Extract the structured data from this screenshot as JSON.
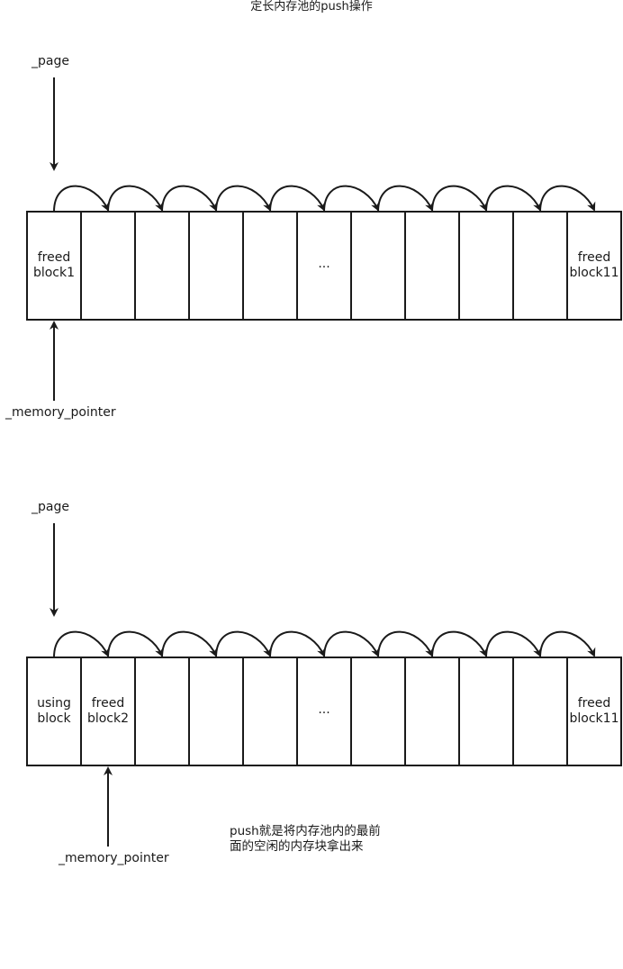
{
  "title": "定长内存池的push操作",
  "diagram_before": {
    "page_label": "_page",
    "pointer_label": "_memory_pointer",
    "cells": [
      [
        "freed",
        "block1"
      ],
      [],
      [],
      [],
      [],
      [
        "..."
      ],
      [],
      [],
      [],
      [],
      [
        "freed",
        "block11"
      ]
    ]
  },
  "diagram_after": {
    "page_label": "_page",
    "pointer_label": "_memory_pointer",
    "cells": [
      [
        "using",
        "block"
      ],
      [
        "freed",
        "block2"
      ],
      [],
      [],
      [],
      [
        "..."
      ],
      [],
      [],
      [],
      [],
      [
        "freed",
        "block11"
      ]
    ]
  },
  "note": [
    "push就是将内存池内的最前",
    "面的空闲的内存块拿出来"
  ]
}
